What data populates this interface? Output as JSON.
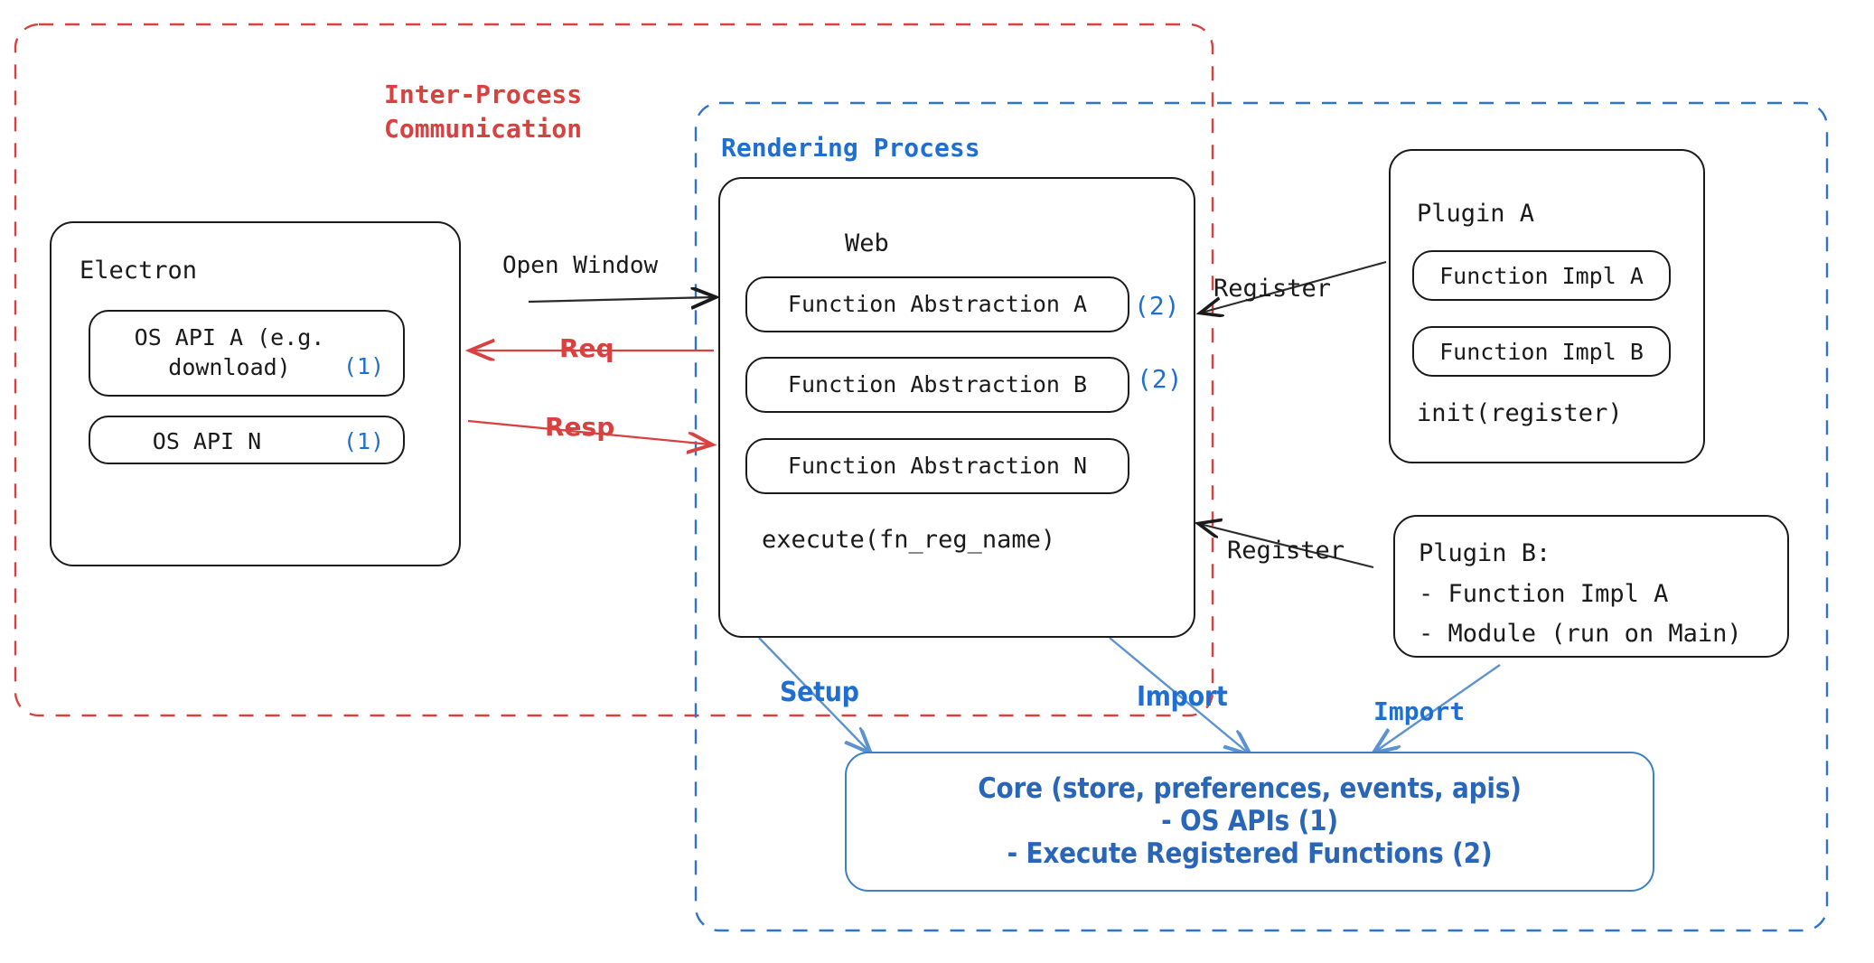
{
  "diagram": {
    "title": "Electron plugin architecture",
    "colors": {
      "ipc_red": "#d94040",
      "process_blue": "#2f74c8",
      "core_blue": "#2a66b8",
      "node_black": "#1a1a1a",
      "marker_blue": "#1f6fd0"
    }
  },
  "containers": {
    "ipc": {
      "label": "Inter-Process\nCommunication",
      "style": "dashed",
      "color": "#d94040"
    },
    "rendering": {
      "label": "Rendering Process",
      "style": "dashed",
      "color": "#2f74c8"
    }
  },
  "electron": {
    "title": "Electron",
    "apis": [
      {
        "text": "OS API A (e.g.\ndownload)",
        "marker": "(1)"
      },
      {
        "text": "OS API N",
        "marker": "(1)"
      }
    ]
  },
  "web": {
    "title": "Web",
    "abstractions": [
      {
        "text": "Function Abstraction A",
        "marker": "(2)"
      },
      {
        "text": "Function Abstraction B",
        "marker": "(2)"
      },
      {
        "text": "Function Abstraction N",
        "marker": ""
      }
    ],
    "footer": "execute(fn_reg_name)"
  },
  "plugin_a": {
    "title": "Plugin A",
    "impls": [
      "Function Impl A",
      "Function Impl B"
    ],
    "footer": "init(register)"
  },
  "plugin_b": {
    "lines": [
      "Plugin B:",
      "- Function Impl A",
      "- Module (run on Main)"
    ]
  },
  "core": {
    "lines": [
      "Core (store, preferences, events, apis)",
      "- OS APIs (1)",
      "- Execute Registered Functions (2)"
    ]
  },
  "edges": {
    "open_window": "Open Window",
    "req": "Req",
    "resp": "Resp",
    "register_a": "Register",
    "register_b": "Register",
    "setup": "Setup",
    "import_web": "Import",
    "import_plugin": "Import"
  }
}
